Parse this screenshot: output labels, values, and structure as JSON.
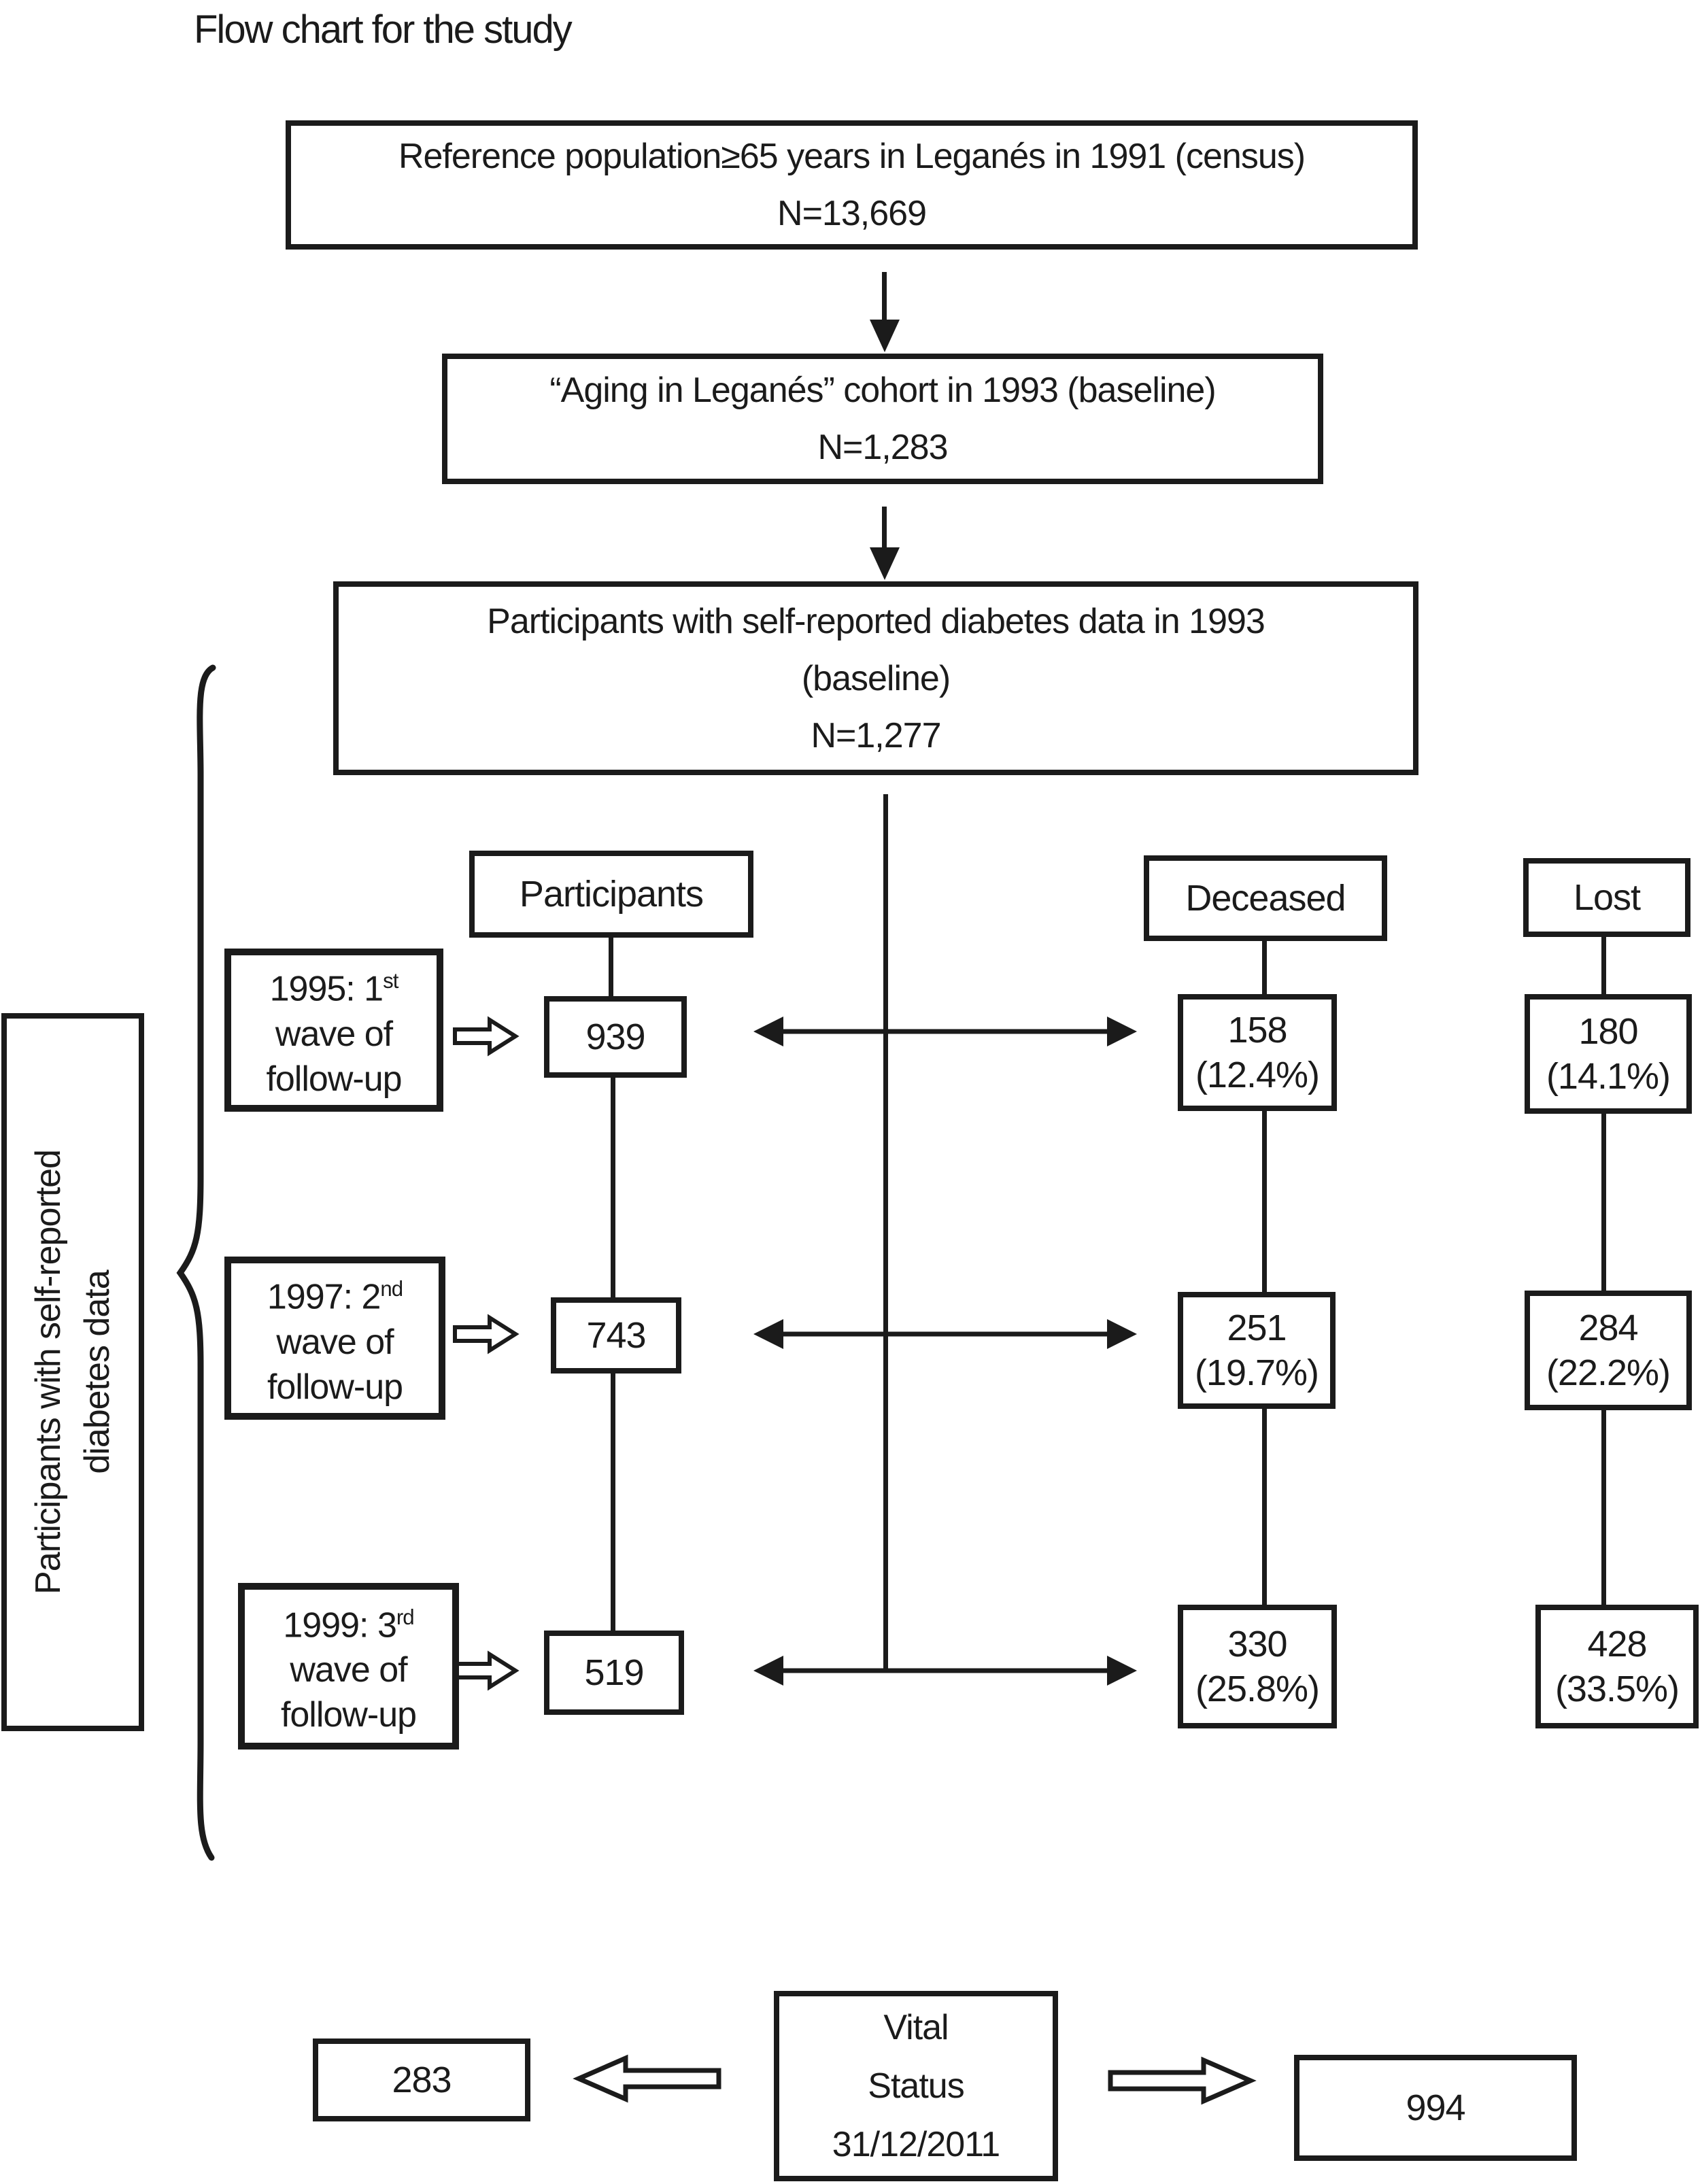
{
  "title": "Flow chart for the study",
  "top_boxes": {
    "census": {
      "text": "Reference population≥65 years in Leganés in 1991 (census)",
      "n": "N=13,669"
    },
    "cohort": {
      "text": "“Aging in Leganés” cohort in 1993 (baseline)",
      "n": "N=1,283"
    },
    "baseline": {
      "text": "Participants with self-reported diabetes data in 1993",
      "text2": "(baseline)",
      "n": "N=1,277"
    }
  },
  "side_label": {
    "line1": "Participants with self-reported",
    "line2": "diabetes data"
  },
  "column_headers": {
    "participants": "Participants",
    "deceased": "Deceased",
    "lost": "Lost"
  },
  "waves": [
    {
      "label_line1": "1995: 1",
      "label_sup": "st",
      "label_line2": "wave of",
      "label_line3": "follow-up",
      "participants": "939",
      "deceased_n": "158",
      "deceased_pct": "(12.4%)",
      "lost_n": "180",
      "lost_pct": "(14.1%)"
    },
    {
      "label_line1": "1997: 2",
      "label_sup": "nd",
      "label_line2": "wave of",
      "label_line3": "follow-up",
      "participants": "743",
      "deceased_n": "251",
      "deceased_pct": "(19.7%)",
      "lost_n": "284",
      "lost_pct": "(22.2%)"
    },
    {
      "label_line1": "1999: 3",
      "label_sup": "rd",
      "label_line2": "wave of",
      "label_line3": "follow-up",
      "participants": "519",
      "deceased_n": "330",
      "deceased_pct": "(25.8%)",
      "lost_n": "428",
      "lost_pct": "(33.5%)"
    }
  ],
  "bottom": {
    "left_n": "283",
    "vital_line1": "Vital",
    "vital_line2": "Status",
    "vital_line3": "31/12/2011",
    "right_n": "994"
  },
  "icons": {
    "down_arrow": "▼",
    "double_arrow": "↔",
    "block_arrow_right": "⇨",
    "block_arrow_left": "⇦"
  }
}
